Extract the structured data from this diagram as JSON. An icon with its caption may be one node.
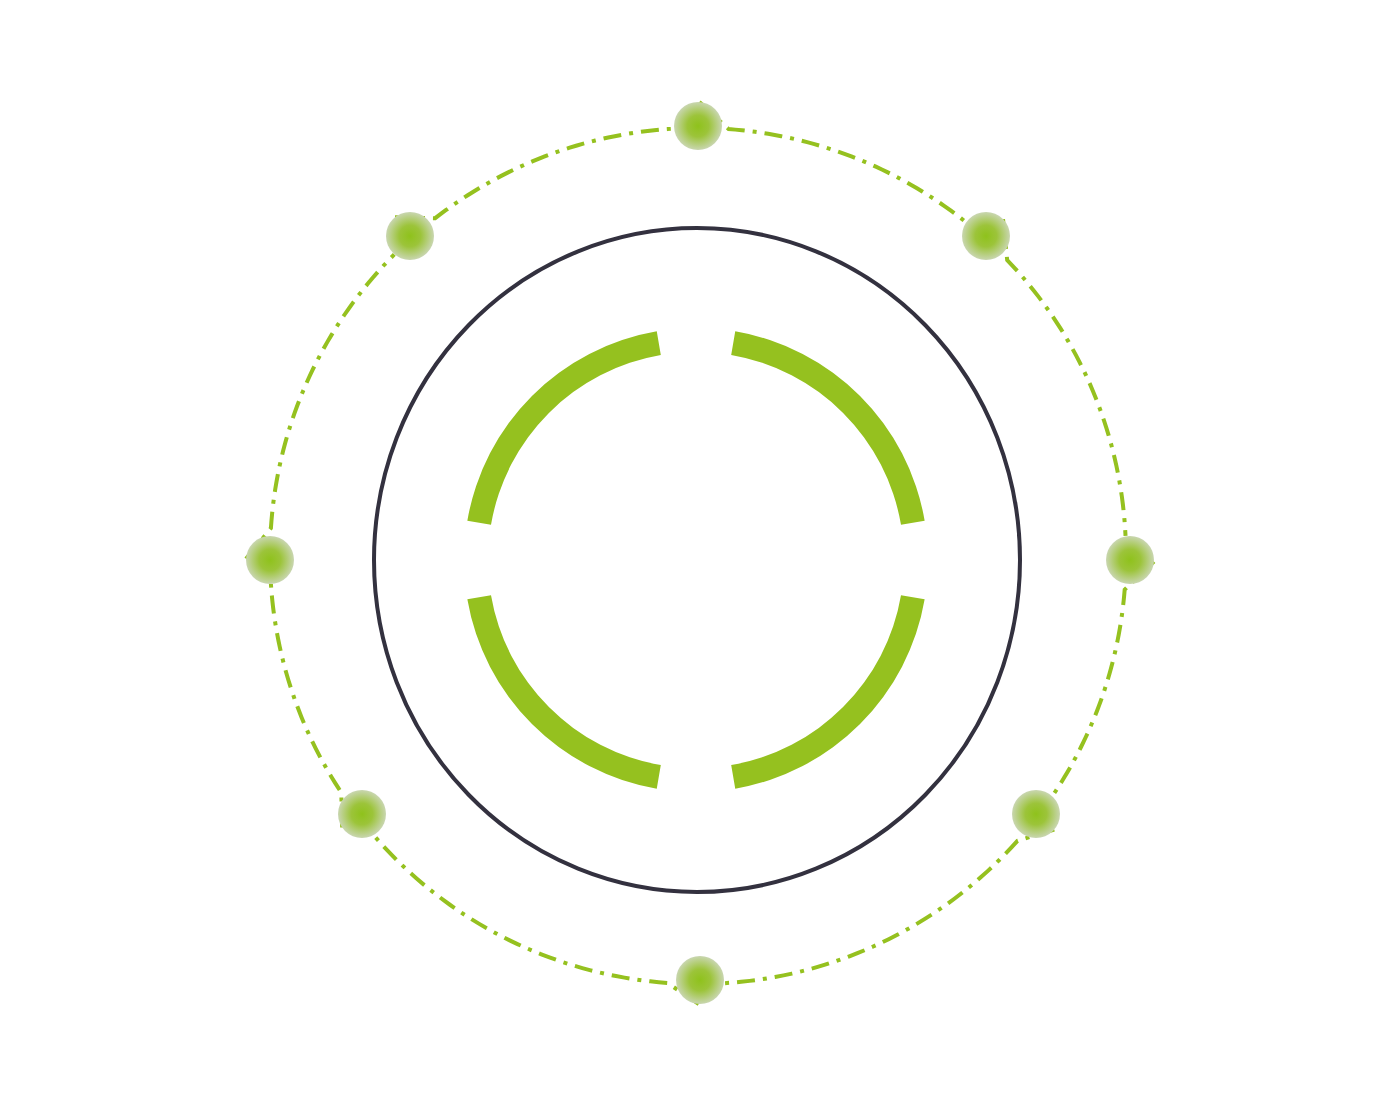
{
  "diagram": {
    "nodes": [
      {
        "text": [],
        "shape": "circle"
      },
      {
        "text": [],
        "shape": "circle"
      },
      {
        "text": [],
        "shape": "circle"
      },
      {
        "text": [],
        "shape": "circle"
      },
      {
        "text": [],
        "shape": "circle"
      },
      {
        "text": [],
        "shape": "circle"
      },
      {
        "text": [],
        "shape": "circle"
      },
      {
        "text": [],
        "shape": "circle"
      },
      {
        "text": [],
        "shape": "circle"
      }
    ],
    "edges": [
      {
        "from": 1,
        "to": 3,
        "arrow": "none",
        "style": "dashed"
      },
      {
        "from": 3,
        "to": 5,
        "arrow": "none",
        "style": "dashed"
      },
      {
        "from": 5,
        "to": 7,
        "arrow": "none",
        "style": "dashed"
      },
      {
        "from": 7,
        "to": 8,
        "arrow": "none",
        "style": "dashed"
      },
      {
        "from": 8,
        "to": 6,
        "arrow": "none",
        "style": "dashed"
      },
      {
        "from": 6,
        "to": 4,
        "arrow": "none",
        "style": "dashed"
      },
      {
        "from": 4,
        "to": 2,
        "arrow": "none",
        "style": "dashed"
      },
      {
        "from": 2,
        "to": 1,
        "arrow": "none",
        "style": "dashed"
      }
    ]
  }
}
